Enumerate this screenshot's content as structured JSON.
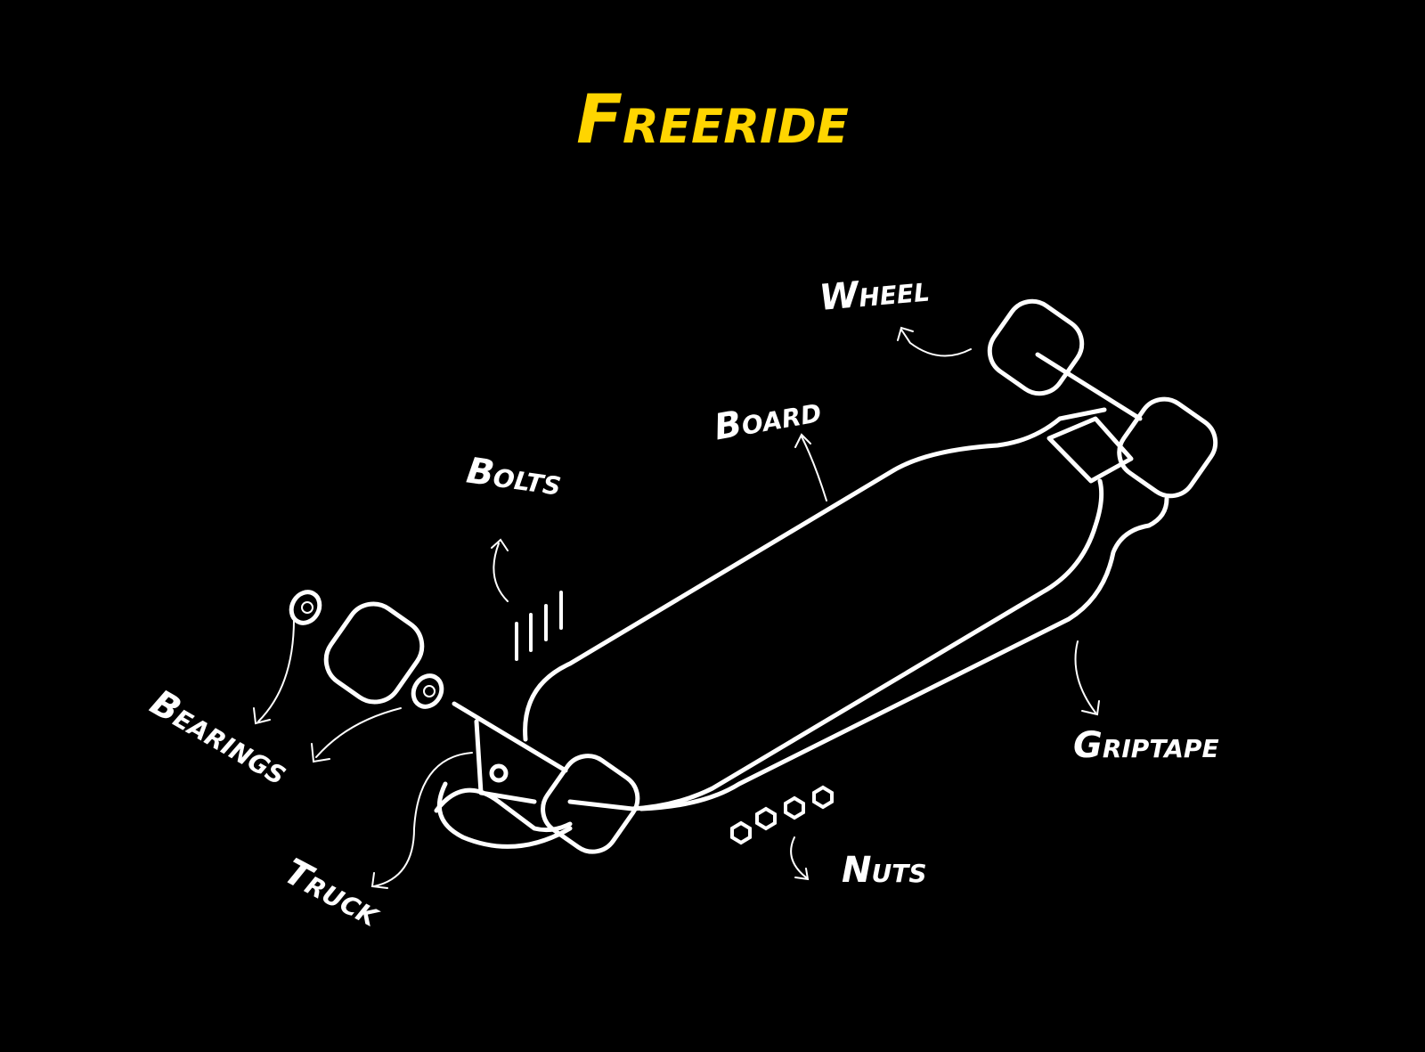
{
  "title": "Freeride",
  "colors": {
    "title": "#FFD500",
    "background": "#000000",
    "lines": "#FFFFFF"
  },
  "labels": {
    "wheel": "Wheel",
    "board": "Board",
    "bolts": "Bolts",
    "bearings": "Bearings",
    "truck": "Truck",
    "griptape": "Griptape",
    "nuts": "Nuts"
  }
}
